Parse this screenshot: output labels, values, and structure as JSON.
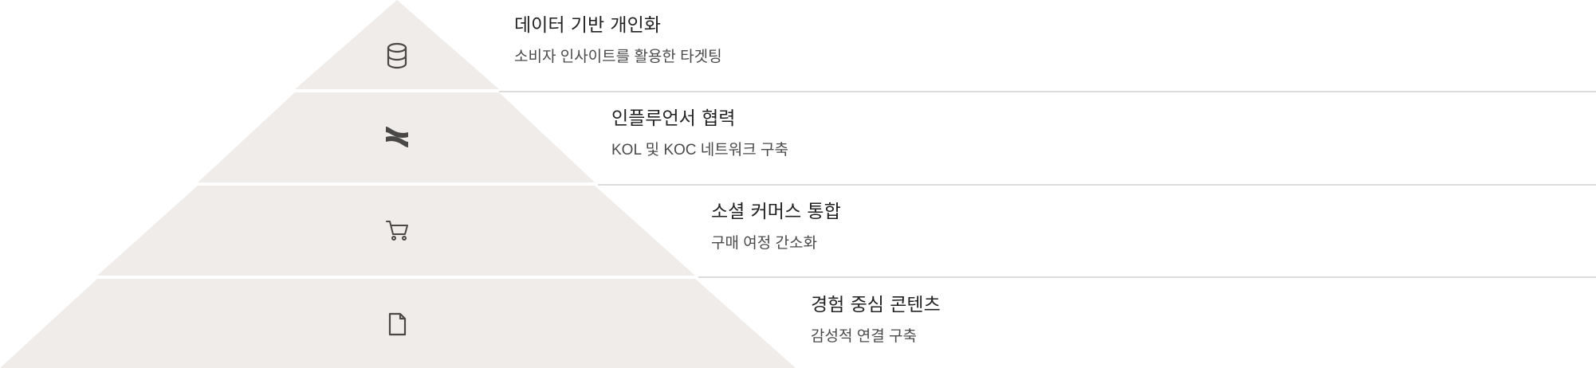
{
  "colors": {
    "tier_fill": "#efecea",
    "icon": "#4a4847",
    "divider": "#dedcda"
  },
  "tiers": [
    {
      "title": "데이터 기반 개인화",
      "description": "소비자 인사이트를 활용한 타겟팅",
      "icon": "database-icon"
    },
    {
      "title": "인플루언서 협력",
      "description": "KOL 및 KOC 네트워크 구축",
      "icon": "confluence-icon"
    },
    {
      "title": "소셜 커머스 통합",
      "description": "구매 여정 간소화",
      "icon": "shopping-cart-icon"
    },
    {
      "title": "경험 중심 콘텐츠",
      "description": "감성적 연결 구축",
      "icon": "file-icon"
    }
  ]
}
